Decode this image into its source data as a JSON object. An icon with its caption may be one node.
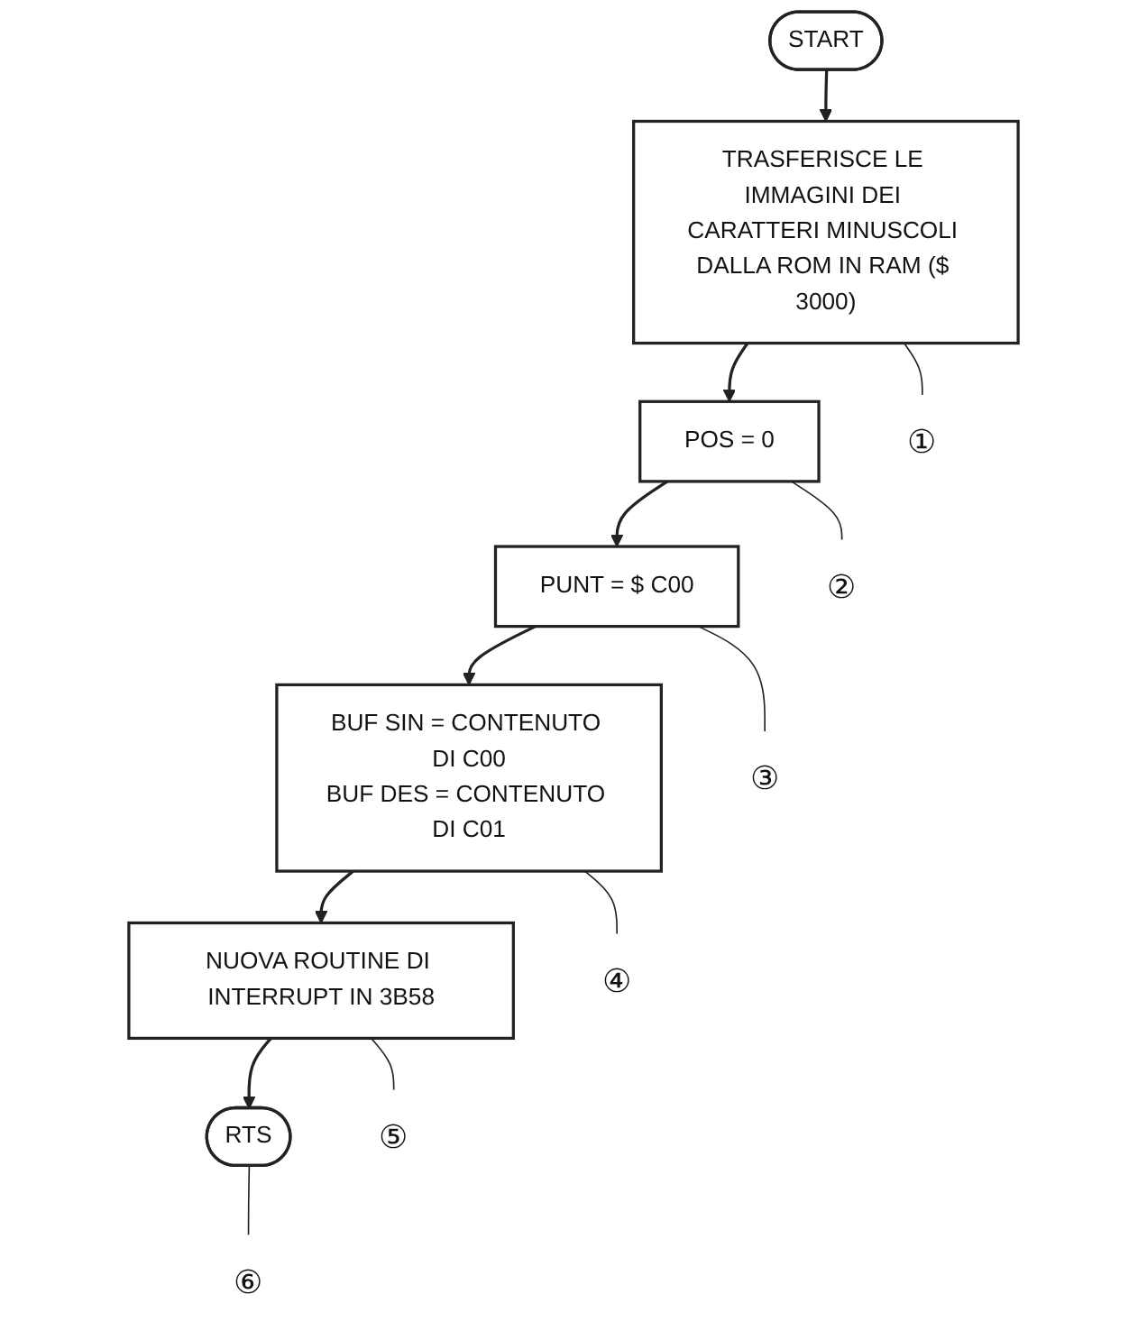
{
  "diagram": {
    "nodes": [
      {
        "text": [
          "START"
        ]
      },
      {
        "text": [
          "TRASFERISCE LE IMMAGINI DEI CARATTERI MINUSCOLI DALLA ROM IN RAM ($ 3000)"
        ]
      },
      {
        "text": [
          "POS = 0"
        ]
      },
      {
        "text": [
          "PUNT = $ C00"
        ]
      },
      {
        "text": [
          "BUF SIN = CONTENUTO DI C00",
          "BUF DES = CONTENUTO DI C01"
        ]
      },
      {
        "text": [
          "NUOVA ROUTINE DI INTERRUPT IN 3B58"
        ]
      },
      {
        "text": [
          "RTS"
        ]
      },
      {
        "text": [
          "①"
        ]
      },
      {
        "text": [
          "②"
        ]
      },
      {
        "text": [
          "③"
        ]
      },
      {
        "text": [
          "④"
        ]
      },
      {
        "text": [
          "⑤"
        ]
      },
      {
        "text": [
          "⑥"
        ]
      }
    ],
    "edges": [
      {
        "from": 0,
        "to": 1,
        "arrow": "to"
      },
      {
        "from": 1,
        "to": 2,
        "arrow": "to"
      },
      {
        "from": 2,
        "to": 3,
        "arrow": "to"
      },
      {
        "from": 3,
        "to": 4,
        "arrow": "to"
      },
      {
        "from": 4,
        "to": 5,
        "arrow": "to"
      },
      {
        "from": 5,
        "to": 6,
        "arrow": "to"
      },
      {
        "from": 7,
        "to": 1,
        "arrow": "none"
      },
      {
        "from": 8,
        "to": 2,
        "arrow": "none"
      },
      {
        "from": 9,
        "to": 3,
        "arrow": "none"
      },
      {
        "from": 10,
        "to": 4,
        "arrow": "none"
      },
      {
        "from": 11,
        "to": 5,
        "arrow": "none"
      },
      {
        "from": 12,
        "to": 6,
        "arrow": "none"
      }
    ]
  }
}
